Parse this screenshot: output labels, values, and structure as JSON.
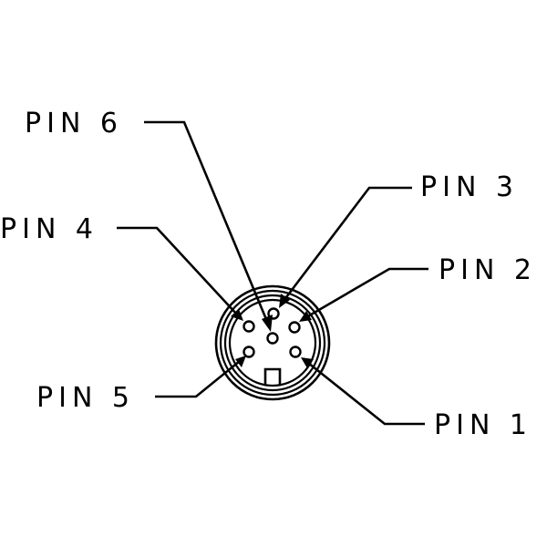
{
  "pins": [
    {
      "id": "pin-1",
      "label": "PIN 1"
    },
    {
      "id": "pin-2",
      "label": "PIN 2"
    },
    {
      "id": "pin-3",
      "label": "PIN 3"
    },
    {
      "id": "pin-4",
      "label": "PIN 4"
    },
    {
      "id": "pin-5",
      "label": "PIN 5"
    },
    {
      "id": "pin-6",
      "label": "PIN 6"
    }
  ],
  "colors": {
    "line": "#000000",
    "background": "#ffffff"
  }
}
